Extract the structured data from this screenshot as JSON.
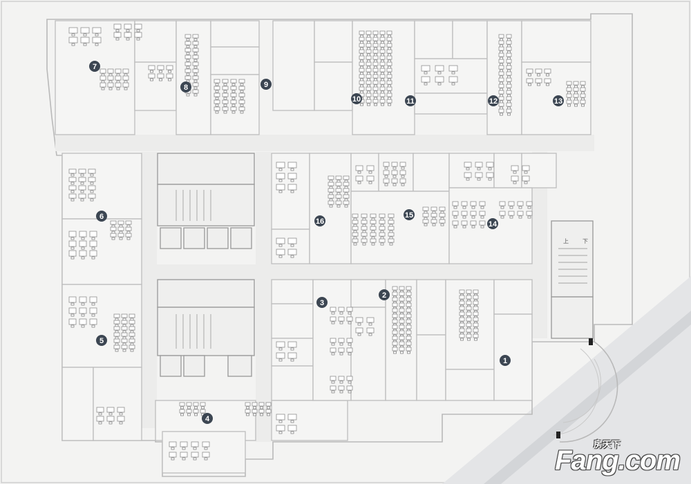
{
  "plan": {
    "units": [
      "1",
      "2",
      "3",
      "4",
      "5",
      "6",
      "7",
      "8",
      "9",
      "10",
      "11",
      "12",
      "13",
      "14",
      "15",
      "16"
    ],
    "stair_labels": [
      "上",
      "下"
    ]
  },
  "brand": {
    "main": "Fang.com",
    "cn": "房天下"
  }
}
